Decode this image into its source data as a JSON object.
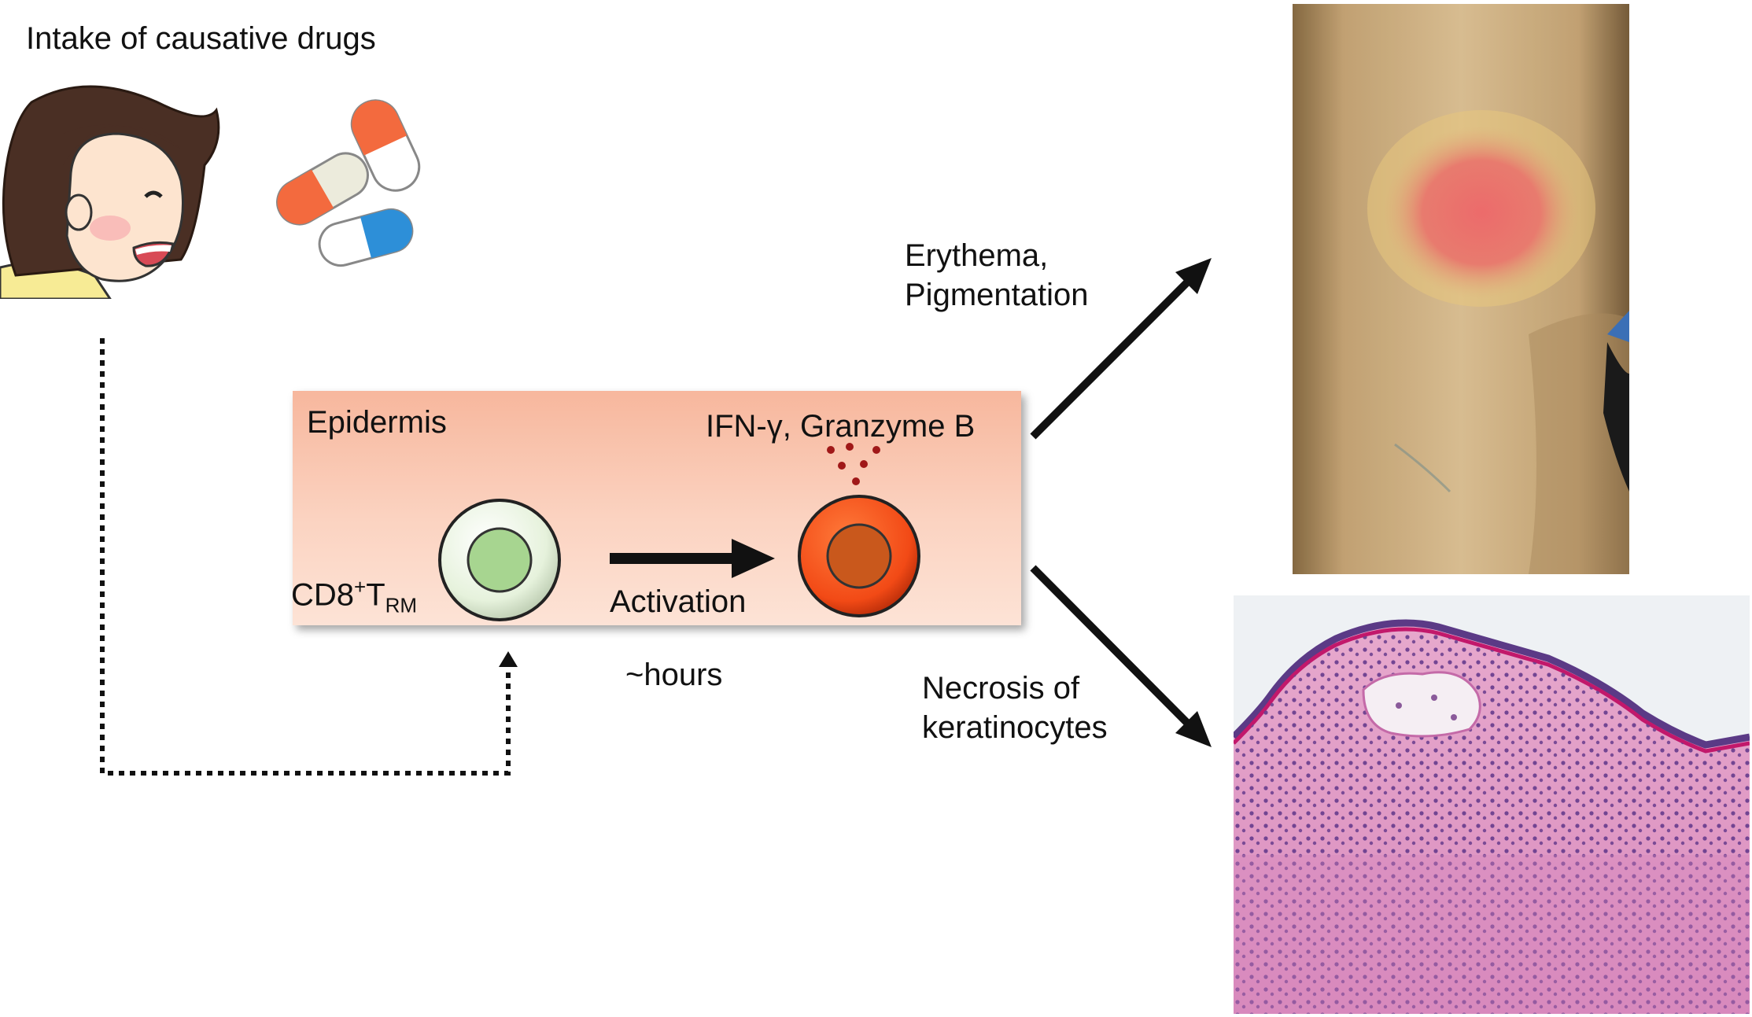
{
  "title": "Intake of causative drugs",
  "epidermis": {
    "label": "Epidermis",
    "cell_label": "CD8",
    "cell_label_sup": "+",
    "cell_label_T": "T",
    "cell_label_sub": "RM",
    "cytokines": "IFN-γ, Granzyme B",
    "activation": "Activation"
  },
  "timing": "~hours",
  "outcome_top": {
    "line1": "Erythema,",
    "line2": "Pigmentation"
  },
  "outcome_bottom": {
    "line1": "Necrosis of",
    "line2": "keratinocytes"
  },
  "colors": {
    "resting_cell": "#e6f2dc",
    "resting_nucleus": "#a7d590",
    "active_cell": "#f24a16",
    "active_nucleus": "#c9581c",
    "epidermis_box": "#f9c4ad"
  },
  "icons": [
    "girl-illustration",
    "capsule-icon",
    "leg-erythema-photo",
    "histology-photo"
  ]
}
